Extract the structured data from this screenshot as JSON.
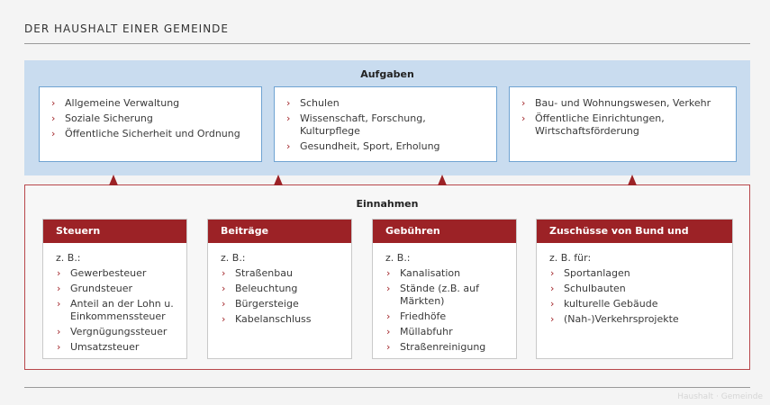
{
  "title": "DER HAUSHALT EINER GEMEINDE",
  "aufgaben": {
    "title": "Aufgaben",
    "boxes": [
      {
        "items": [
          "Allgemeine Verwaltung",
          "Soziale Sicherung",
          "Öffentliche Sicherheit und Ordnung"
        ]
      },
      {
        "items": [
          "Schulen",
          "Wissenschaft, Forschung, Kulturpflege",
          "Gesundheit, Sport, Erholung"
        ]
      },
      {
        "items": [
          "Bau- und Wohnungswesen, Verkehr",
          "Öffentliche Einrichtungen, Wirtschaftsförderung"
        ]
      }
    ]
  },
  "einnahmen": {
    "title": "Einnahmen",
    "boxes": [
      {
        "header": "Steuern",
        "intro": "z. B.:",
        "items": [
          "Gewerbesteuer",
          "Grundsteuer",
          "Anteil an der Lohn u. Einkommenssteuer",
          "Vergnügungssteuer",
          "Umsatzsteuer"
        ]
      },
      {
        "header": "Beiträge",
        "intro": "z. B.:",
        "items": [
          "Straßenbau",
          "Beleuchtung",
          "Bürgersteige",
          "Kabelanschluss"
        ]
      },
      {
        "header": "Gebühren",
        "intro": "z. B.:",
        "items": [
          "Kanalisation",
          "Stände (z.B. auf Märkten)",
          "Friedhöfe",
          "Müllabfuhr",
          "Straßenreinigung"
        ]
      },
      {
        "header": "Zuschüsse von Bund und Ländern",
        "intro": "z. B. für:",
        "items": [
          "Sportanlagen",
          "Schulbauten",
          "kulturelle Gebäude",
          "(Nah-)Verkehrsprojekte"
        ]
      }
    ]
  },
  "watermark": "Haushalt · Gemeinde",
  "colors": {
    "accent": "#9c2226",
    "aufgaben_bg": "#c9dcef",
    "box_border": "#6fa3d2"
  },
  "icons": {
    "bullet": "chevron-right-icon",
    "arrow": "arrow-up-icon"
  }
}
